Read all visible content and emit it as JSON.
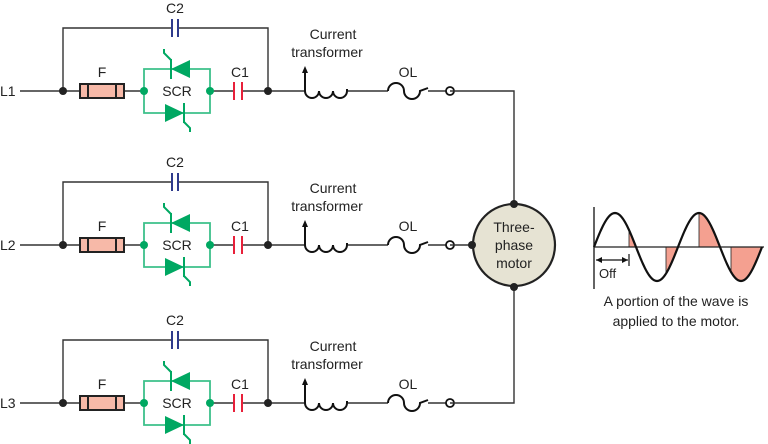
{
  "rows": [
    {
      "line": "L1",
      "fuse": "F",
      "scr": "SCR",
      "c1": "C1",
      "c2": "C2",
      "ct_line1": "Current",
      "ct_line2": "transformer",
      "ol": "OL"
    },
    {
      "line": "L2",
      "fuse": "F",
      "scr": "SCR",
      "c1": "C1",
      "c2": "C2",
      "ct_line1": "Current",
      "ct_line2": "transformer",
      "ol": "OL"
    },
    {
      "line": "L3",
      "fuse": "F",
      "scr": "SCR",
      "c1": "C1",
      "c2": "C2",
      "ct_line1": "Current",
      "ct_line2": "transformer",
      "ol": "OL"
    }
  ],
  "motor": {
    "line1": "Three-",
    "line2": "phase",
    "line3": "motor"
  },
  "wave": {
    "off_label": "Off",
    "caption_line1": "A portion of the wave is",
    "caption_line2": "applied to the motor."
  },
  "colors": {
    "wire": "#333333",
    "scr": "#00a862",
    "scr_box": "#3cc08a",
    "c1": "#e8203a",
    "c2": "#2e3a8c",
    "fuse_fill": "#f7b9a8",
    "motor_fill": "#e6e3d3",
    "wave_fill": "#f4a090"
  }
}
